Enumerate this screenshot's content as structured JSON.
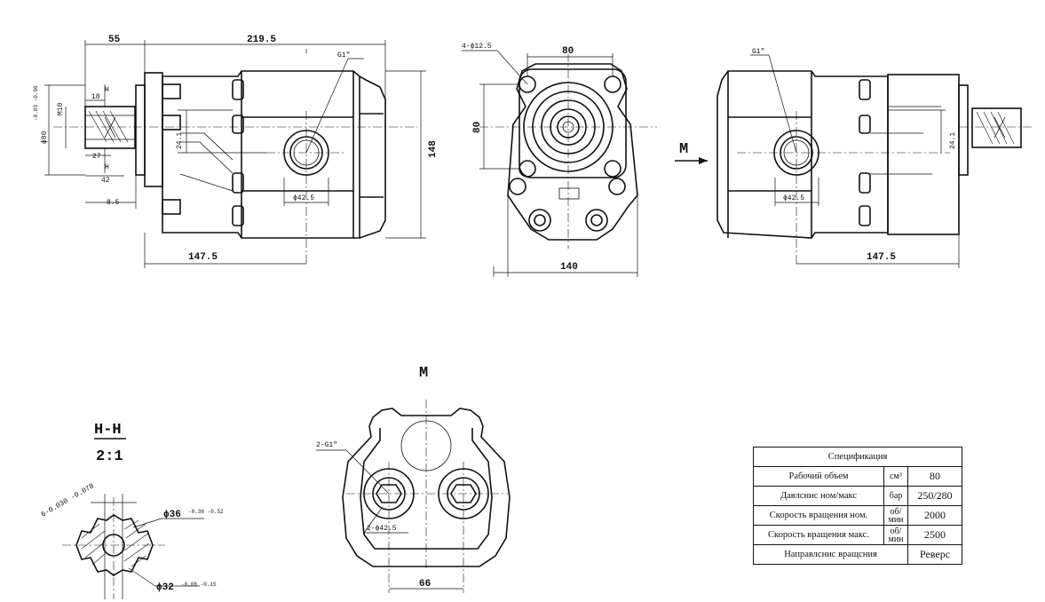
{
  "views": {
    "front": {
      "dims": {
        "d55": "55",
        "d219": "219.5",
        "thread": "G1\"",
        "m10": "M10",
        "d18": "18",
        "d27": "27",
        "d42": "42",
        "h_mark": "H",
        "d8_5": "8.5",
        "d24_1": "24.1",
        "phi42_5": "ϕ42.5",
        "d148": "148",
        "d147_5": "147.5",
        "phi80": "ϕ80",
        "phi80_tol": "-0.03 -0.06"
      }
    },
    "end": {
      "dims": {
        "holes": "4-ϕ12.5",
        "d80_top": "80",
        "d80_side": "80",
        "d140": "140"
      }
    },
    "arrow_label": "M",
    "rear": {
      "dims": {
        "thread": "G1\"",
        "d24_1": "24.1",
        "phi42_5": "ϕ42.5",
        "d147_5": "147.5"
      }
    },
    "section": {
      "title": "H-H",
      "scale": "2:1",
      "spline": "6-0.030 -0.078",
      "phi36": "ϕ36",
      "phi36_tol": "-0.36 -0.52",
      "phi32": "ϕ32",
      "phi32_tol": "-0.08 -0.15"
    },
    "port_view": {
      "title": "M",
      "ports": "2-G1\"",
      "bores": "2-ϕ42.5",
      "d66": "66"
    }
  },
  "spec_table": {
    "title": "Спецификация",
    "rows": [
      {
        "label": "Рабочий объем",
        "unit": "см³",
        "value": "80"
      },
      {
        "label": "Давлснис ном/макс",
        "unit": "бар",
        "value": "250/280"
      },
      {
        "label": "Скорость вращения ном.",
        "unit": "об/мин",
        "value": "2000"
      },
      {
        "label": "Скорость вращения макс.",
        "unit": "об/мин",
        "value": "2500"
      },
      {
        "label": "Направлснис вращсния",
        "unit": "",
        "value": "Реверс"
      }
    ]
  }
}
